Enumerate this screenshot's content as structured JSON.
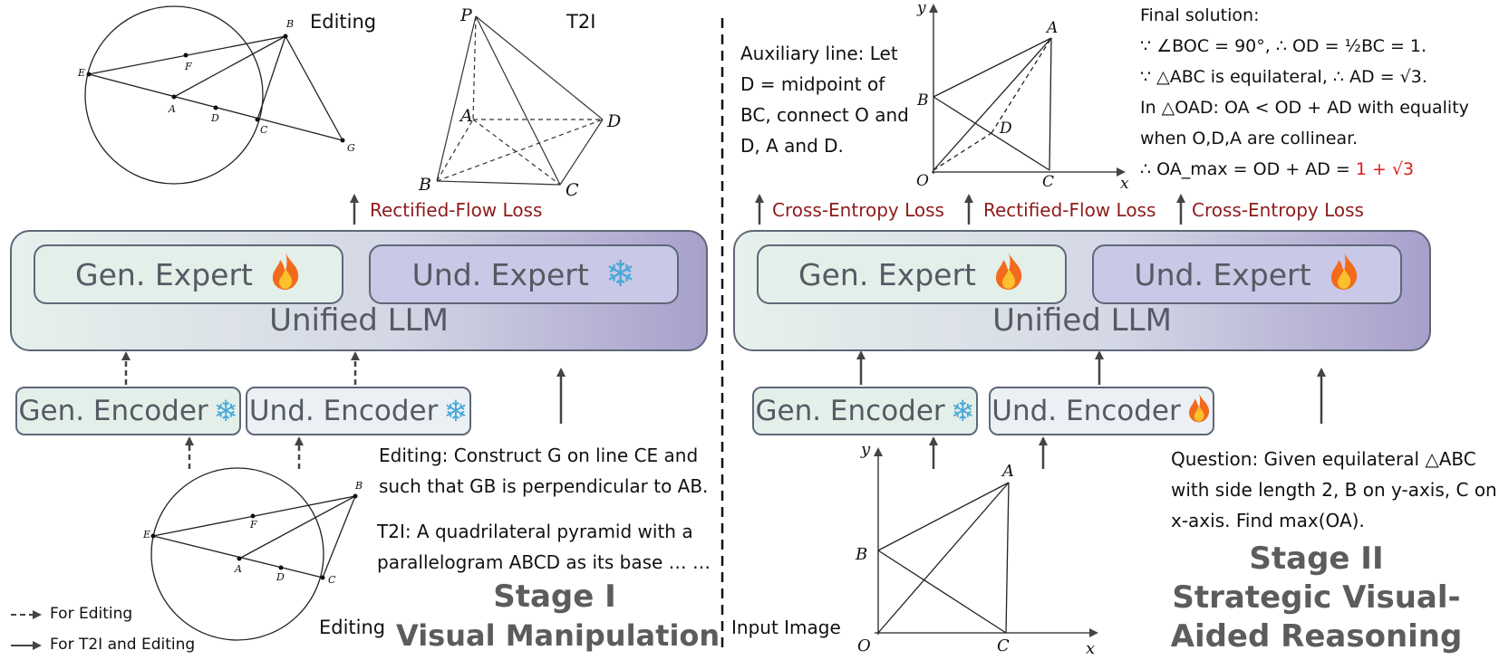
{
  "stage1": {
    "editing_top_label": "Editing",
    "t2i_label": "T2I",
    "loss": "Rectified-Flow Loss",
    "gen_expert": "Gen. Expert",
    "und_expert": "Und. Expert",
    "llm": "Unified LLM",
    "gen_encoder": "Gen. Encoder",
    "und_encoder": "Und. Encoder",
    "editing_prompt_line1": "Editing: Construct G on line CE and",
    "editing_prompt_line2": "such that GB is perpendicular to AB.",
    "t2i_prompt_line1": "T2I: A quadrilateral pyramid with a",
    "t2i_prompt_line2": "parallelogram ABCD as its base … …",
    "editing_bottom_label": "Editing",
    "legend_dashed": "For Editing",
    "legend_solid": "For T2I and Editing",
    "title_line1": "Stage I",
    "title_line2": "Visual Manipulation"
  },
  "stage2": {
    "aux_line1": "Auxiliary line: Let",
    "aux_line2": "D = midpoint of",
    "aux_line3": "BC, connect O and",
    "aux_line4": "D, A and D.",
    "final_line0": "Final solution:",
    "final_line1": "∵ ∠BOC = 90°, ∴ OD = ½BC = 1.",
    "final_line2": "∵ △ABC is equilateral, ∴ AD = √3.",
    "final_line3": "In △OAD: OA < OD + AD with equality",
    "final_line4": "when O,D,A are collinear.",
    "final_line5_prefix": "∴ OA_max = OD + AD = ",
    "final_line5_answer": "1 + √3",
    "loss_left": "Cross-Entropy Loss",
    "loss_mid": "Rectified-Flow Loss",
    "loss_right": "Cross-Entropy Loss",
    "gen_expert": "Gen. Expert",
    "und_expert": "Und. Expert",
    "llm": "Unified LLM",
    "gen_encoder": "Gen. Encoder",
    "und_encoder": "Und. Encoder",
    "input_image_label": "Input Image",
    "question_line1": "Question: Given equilateral △ABC",
    "question_line2": "with side length 2, B on y-axis, C on",
    "question_line3": "x-axis. Find max(OA).",
    "title_line1": "Stage II",
    "title_line2": "Strategic Visual-",
    "title_line3": "Aided Reasoning"
  },
  "geometry_labels": {
    "circle_points": [
      "B",
      "E",
      "F",
      "A",
      "D",
      "C",
      "G"
    ],
    "pyramid_points": [
      "P",
      "A",
      "D",
      "B",
      "C"
    ],
    "coord_points": [
      "y",
      "x",
      "O",
      "A",
      "B",
      "C",
      "D"
    ]
  },
  "icons": {
    "trainable": "fire-icon",
    "frozen": "snowflake-icon"
  },
  "colors": {
    "loss_text": "#8e1b1b",
    "answer": "#e11b1b",
    "panel_end": "#a8a0cc"
  }
}
